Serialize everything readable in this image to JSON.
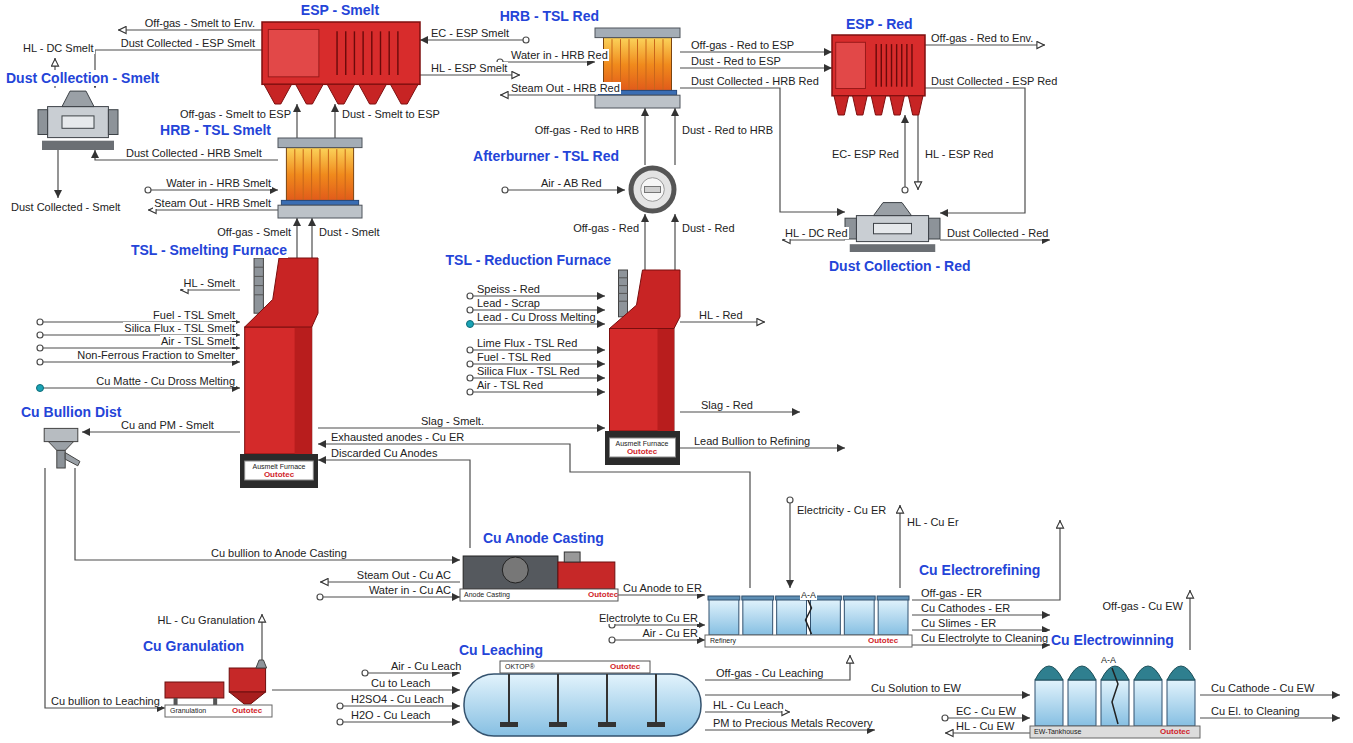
{
  "diagram": {
    "nodes": [
      {
        "text": [
          "ESP - Smelt"
        ]
      },
      {
        "text": [
          "HRB - TSL Red"
        ]
      },
      {
        "text": [
          "ESP - Red"
        ]
      },
      {
        "text": [
          "Dust Collection - Smelt"
        ]
      },
      {
        "text": [
          "HRB - TSL Smelt"
        ]
      },
      {
        "text": [
          "Afterburner - TSL Red"
        ]
      },
      {
        "text": [
          "Dust Collection - Red"
        ]
      },
      {
        "text": [
          "TSL - Smelting Furnace"
        ]
      },
      {
        "text": [
          "TSL - Reduction Furnace"
        ]
      },
      {
        "text": [
          "Cu Bullion Dist"
        ]
      },
      {
        "text": [
          "Cu Anode Casting"
        ]
      },
      {
        "text": [
          "Cu Electrorefining"
        ]
      },
      {
        "text": [
          "Cu Granulation"
        ]
      },
      {
        "text": [
          "Cu Leaching"
        ]
      },
      {
        "text": [
          "Cu Electrowinning"
        ]
      }
    ],
    "edges": [
      {
        "from": 7,
        "to": 4,
        "arrow": "to",
        "label": "Off-gas - Smelt"
      },
      {
        "from": 7,
        "to": 4,
        "arrow": "to",
        "label": "Dust - Smelt"
      },
      {
        "from": 4,
        "to": 0,
        "arrow": "to",
        "label": "Off-gas - Smelt to ESP"
      },
      {
        "from": 4,
        "to": 0,
        "arrow": "to",
        "label": "Dust - Smelt to ESP"
      },
      {
        "from": 0,
        "to": 3,
        "arrow": "to",
        "label": "Dust Collected - ESP Smelt"
      },
      {
        "from": 4,
        "to": 3,
        "arrow": "to",
        "label": "Dust Collected - HRB Smelt"
      },
      {
        "from": 7,
        "to": 9,
        "arrow": "to",
        "label": "Cu and PM - Smelt"
      },
      {
        "from": 7,
        "to": 8,
        "arrow": "to",
        "label": "Slag - Smelt."
      },
      {
        "from": 11,
        "to": 7,
        "arrow": "to",
        "label": "Exhausted anodes - Cu ER"
      },
      {
        "from": 10,
        "to": 7,
        "arrow": "to",
        "label": "Discarded Cu Anodes"
      },
      {
        "from": 9,
        "to": 10,
        "arrow": "to",
        "label": "Cu bullion to Anode Casting"
      },
      {
        "from": 9,
        "to": 12,
        "arrow": "to",
        "label": "Cu bullion to Leaching"
      },
      {
        "from": 10,
        "to": 11,
        "arrow": "to",
        "label": "Cu Anode to ER"
      },
      {
        "from": 12,
        "to": 13,
        "arrow": "to",
        "label": "Cu to Leach"
      },
      {
        "from": 13,
        "to": 14,
        "arrow": "to",
        "label": "Cu Solution to EW"
      },
      {
        "from": 8,
        "to": 5,
        "arrow": "to",
        "label": "Off-gas - Red"
      },
      {
        "from": 8,
        "to": 5,
        "arrow": "to",
        "label": "Dust - Red"
      },
      {
        "from": 5,
        "to": 1,
        "arrow": "to",
        "label": "Off-gas - Red to HRB"
      },
      {
        "from": 5,
        "to": 1,
        "arrow": "to",
        "label": "Dust - Red to HRB"
      },
      {
        "from": 1,
        "to": 2,
        "arrow": "to",
        "label": "Off-gas - Red to ESP"
      },
      {
        "from": 1,
        "to": 2,
        "arrow": "to",
        "label": "Dust - Red to ESP"
      },
      {
        "from": 1,
        "to": 6,
        "arrow": "to",
        "label": "Dust Collected - HRB Red"
      },
      {
        "from": 2,
        "to": 6,
        "arrow": "to",
        "label": "Dust Collected - ESP Red"
      }
    ],
    "labels": [
      "Off-gas - Smelt to Env.",
      "EC - ESP Smelt",
      "HL - ESP Smelt",
      "HL - DC Smelt",
      "Dust Collected - Smelt",
      "Water in - HRB Smelt",
      "Steam Out - HRB Smelt",
      "HL - Smelt",
      "Fuel - TSL Smelt",
      "Silica Flux - TSL Smelt",
      "Air - TSL Smelt",
      "Non-Ferrous Fraction to Smelter",
      "Cu Matte - Cu Dross Melting",
      "Water in - HRB Red",
      "Steam Out - HRB Red",
      "Off-gas - Red to Env.",
      "Air - AB Red",
      "EC- ESP Red",
      "HL - ESP Red",
      "HL - DC Red",
      "Dust Collected - Red",
      "Speiss - Red",
      "Lead - Scrap",
      "Lead - Cu Dross Melting",
      "HL - Red",
      "Lime Flux - TSL Red",
      "Fuel - TSL Red",
      "Silica Flux - TSL Red",
      "Air - TSL Red",
      "Slag - Red",
      "Lead Bullion to Refining",
      "Electricity - Cu ER",
      "HL - Cu Er",
      "Off-gas - ER",
      "Cu Cathodes - ER",
      "Cu Slimes - ER",
      "Cu Electrolyte to Cleaning",
      "Electrolyte to Cu ER",
      "Air - Cu ER",
      "Steam Out - Cu AC",
      "Water in - Cu AC",
      "HL - Cu Granulation",
      "Air - Cu Leach",
      "H2SO4 - Cu Leach",
      "H2O - Cu Leach",
      "Off-gas - Cu Leaching",
      "HL - Cu Leach",
      "PM to Precious Metals Recovery",
      "Off-gas - Cu EW",
      "EC - Cu EW",
      "HL - Cu EW",
      "Cu Cathode - Cu EW",
      "Cu El. to Cleaning",
      "Ausmelt Furnace",
      "Outotec",
      "Ausmelt Furnace",
      "Outotec",
      "Anode Casting",
      "Outotec",
      "A-A",
      "Refinery",
      "Outotec",
      "Granulation",
      "Outotec",
      "OKTOP®",
      "Outotec",
      "A-A",
      "EW-Tankhouse",
      "Outotec"
    ]
  }
}
